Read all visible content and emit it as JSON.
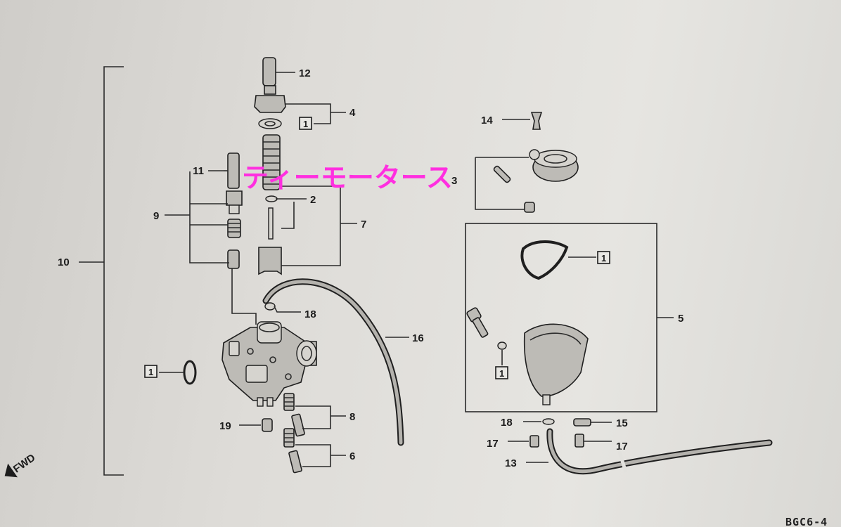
{
  "diagram": {
    "part_numbers": [
      "12",
      "4",
      "14",
      "11",
      "3",
      "2",
      "9",
      "7",
      "10",
      "18",
      "16",
      "5",
      "19",
      "8",
      "6",
      "18",
      "15",
      "17",
      "17",
      "13"
    ],
    "gasket_label": "1",
    "direction_label": "FWD",
    "figure_code": "BGC6-4",
    "watermark": "ティーモータース"
  }
}
